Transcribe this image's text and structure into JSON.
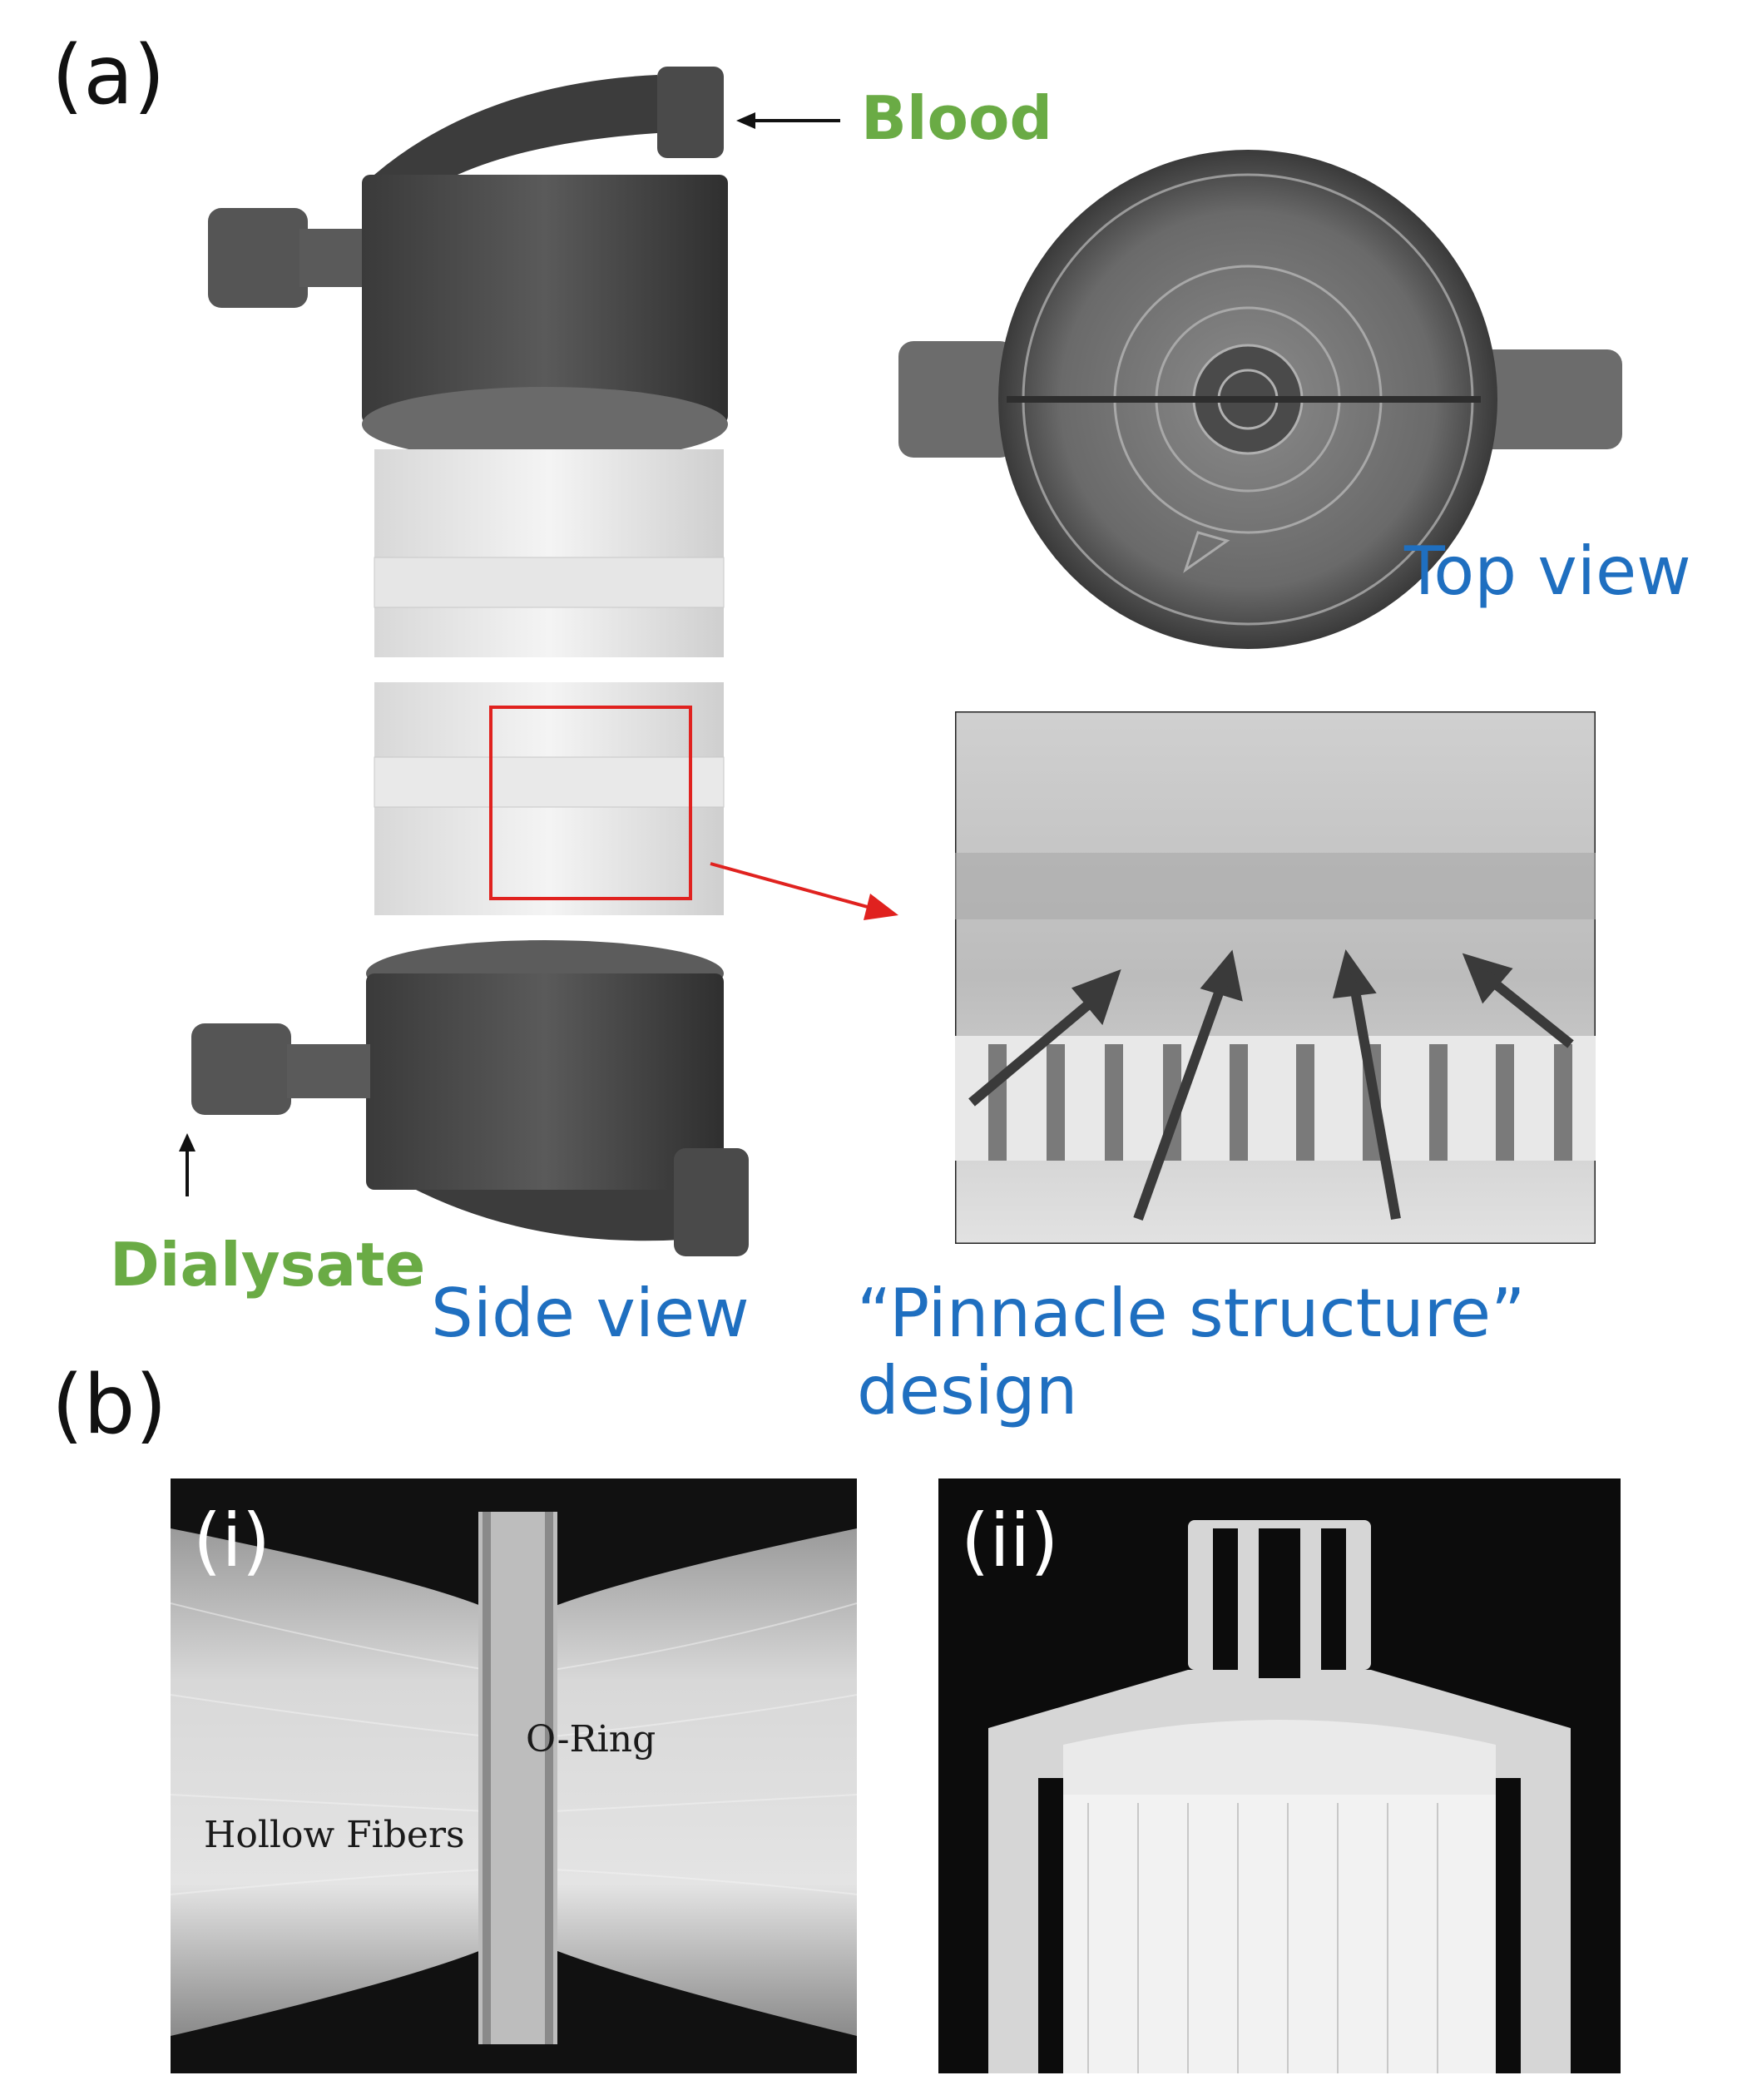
{
  "panel_a": {
    "label": "(a)",
    "blood_label": "Blood",
    "dialysate_label": "Dialysate",
    "side_view_label": "Side view",
    "top_view_label": "Top view",
    "pinnacle_label": "“Pinnacle structure” design"
  },
  "panel_b": {
    "label": "(b)",
    "photo_i": {
      "tag": "(i)",
      "oring_label": "O-Ring",
      "fibers_label": "Hollow Fibers"
    },
    "photo_ii": {
      "tag": "(ii)"
    }
  },
  "colors": {
    "green_label": "#6aab45",
    "blue_label": "#1f6fc0",
    "highlight_red": "#e0221f"
  }
}
